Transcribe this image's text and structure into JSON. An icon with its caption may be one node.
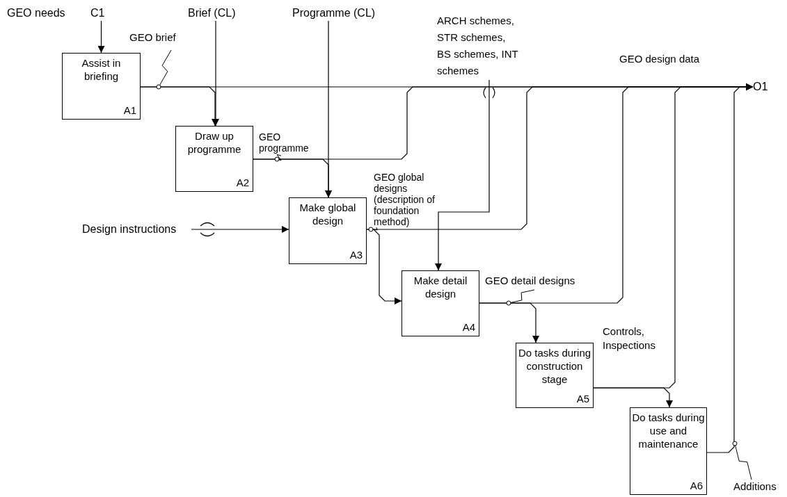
{
  "diagram": {
    "nodes": [
      {
        "text": [
          "Assist in briefing",
          "A1"
        ]
      },
      {
        "text": [
          "Draw up programme",
          "A2"
        ]
      },
      {
        "text": [
          "Make global design",
          "A3"
        ]
      },
      {
        "text": [
          "Make detail design",
          "A4"
        ]
      },
      {
        "text": [
          "Do tasks during construction stage",
          "A5"
        ]
      },
      {
        "text": [
          "Do tasks during use and maintenance",
          "A6"
        ]
      },
      {
        "text": [
          "C1"
        ]
      },
      {
        "text": [
          "Brief (CL)"
        ]
      },
      {
        "text": [
          "Programme (CL)"
        ]
      },
      {
        "text": [
          "ARCH schemes, STR schemes, BS schemes, INT schemes"
        ]
      },
      {
        "text": [
          "Design instructions"
        ]
      },
      {
        "text": [
          "O1"
        ]
      }
    ],
    "edges": [
      {
        "from": 6,
        "to": 0,
        "arrow": "to"
      },
      {
        "from": 7,
        "to": 1,
        "arrow": "to"
      },
      {
        "from": 8,
        "to": 2,
        "arrow": "to"
      },
      {
        "from": 9,
        "to": 3,
        "arrow": "to"
      },
      {
        "from": 10,
        "to": 2,
        "arrow": "to"
      },
      {
        "from": 0,
        "to": 1,
        "arrow": "to",
        "label": "GEO brief"
      },
      {
        "from": 0,
        "to": 11,
        "arrow": "to",
        "label": "GEO design data"
      },
      {
        "from": 1,
        "to": 2,
        "arrow": "to",
        "label": "GEO programme"
      },
      {
        "from": 1,
        "to": 11,
        "arrow": "to"
      },
      {
        "from": 2,
        "to": 3,
        "arrow": "to",
        "label": "GEO global designs (description of foundation method)"
      },
      {
        "from": 2,
        "to": 11,
        "arrow": "to"
      },
      {
        "from": 3,
        "to": 4,
        "arrow": "to",
        "label": "GEO detail designs"
      },
      {
        "from": 3,
        "to": 11,
        "arrow": "to"
      },
      {
        "from": 4,
        "to": 5,
        "arrow": "to",
        "label": "Controls, Inspections"
      },
      {
        "from": 4,
        "to": 11,
        "arrow": "to"
      },
      {
        "from": 5,
        "to": 11,
        "arrow": "to",
        "label": "Additions"
      }
    ],
    "labels": [
      "GEO needs"
    ]
  }
}
